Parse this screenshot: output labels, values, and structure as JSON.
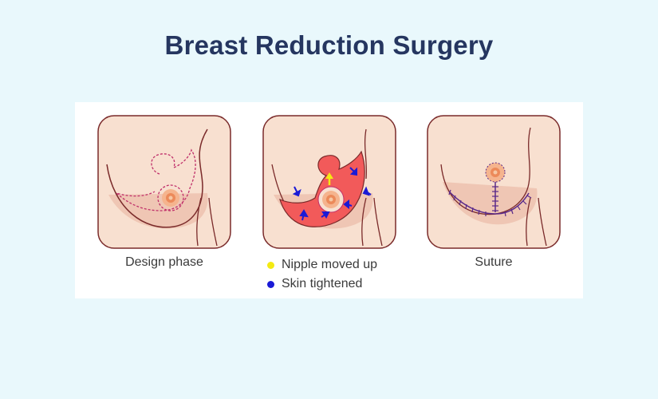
{
  "title": "Breast Reduction Surgery",
  "panels": [
    {
      "caption": "Design phase"
    },
    {
      "caption": ""
    },
    {
      "caption": "Suture"
    }
  ],
  "legend": [
    {
      "label": "Nipple moved up",
      "color": "#f4ea12"
    },
    {
      "label": "Skin tightened",
      "color": "#1a1ad6"
    }
  ],
  "colors": {
    "background": "#e9f8fc",
    "title": "#253660",
    "skin": "#f8e0d0",
    "outline": "#7a2a2a",
    "excision": "#f25a5a",
    "incision": "#c0306a",
    "suture": "#5a2a8a"
  }
}
